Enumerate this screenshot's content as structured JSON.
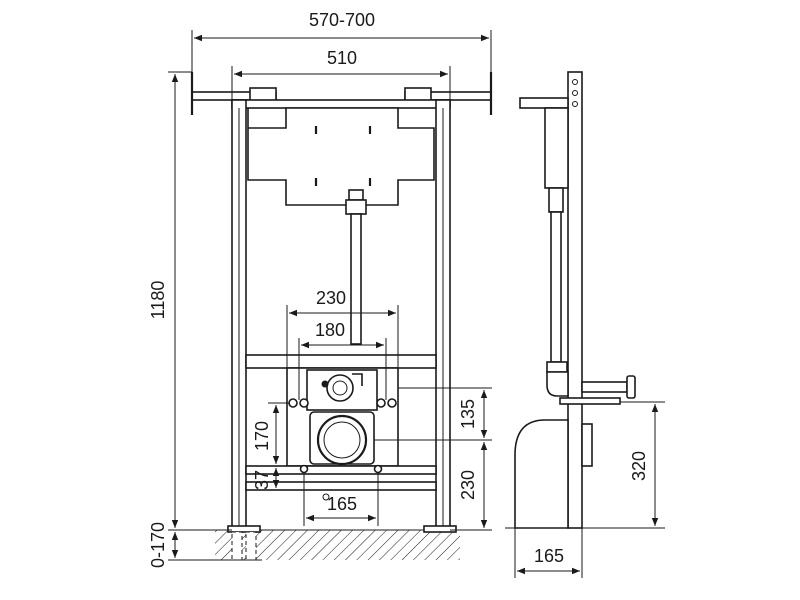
{
  "front_view": {
    "dim_overall_width": "570-700",
    "dim_frame_width": "510",
    "dim_height": "1180",
    "dim_foot_adjust": "0-170",
    "dim_connection_230": "230",
    "dim_connection_180": "180",
    "dim_drain_height": "170",
    "dim_bolt_height": "37",
    "dim_bolt_spacing": "165",
    "dim_supply_height": "135",
    "dim_pan_height": "230"
  },
  "side_view": {
    "dim_outlet_height": "320",
    "dim_depth": "165"
  },
  "colors": {
    "line": "#1a1a1a",
    "background": "#ffffff"
  }
}
